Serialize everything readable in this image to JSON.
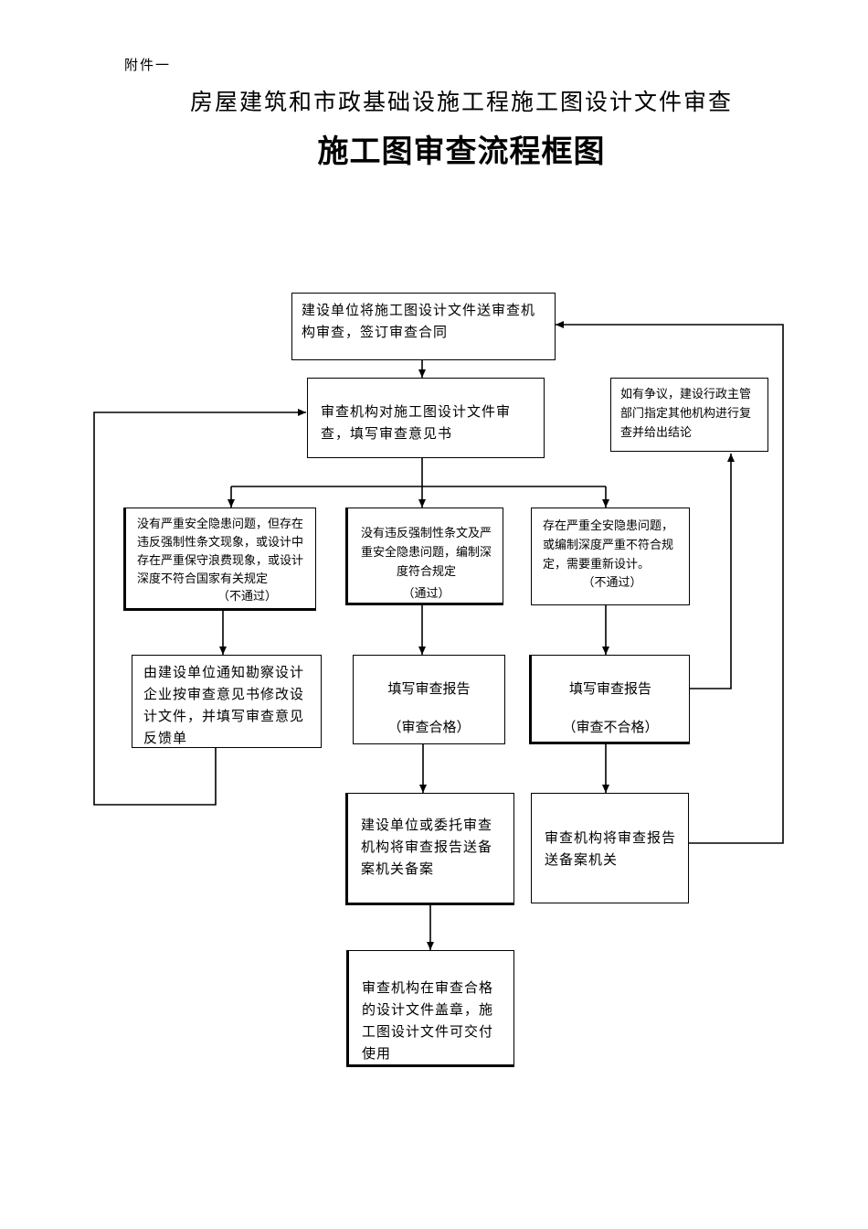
{
  "header": {
    "annex": "附件一",
    "subtitle": "房屋建筑和市政基础设施工程施工图设计文件审查",
    "title": "施工图审查流程框图"
  },
  "boxes": {
    "submit": "建设单位将施工图设计文件送审查机构审查，签订审查合同",
    "review": "审查机构对施工图设计文件审查，填写审查意见书",
    "dispute": "如有争议，建设行政主管部门指定其他机构进行复查并给出结论",
    "left_case": "没有严重安全隐患问题，但存在违反强制性条文现象，或设计中存在严重保守浪费现象，或设计深度不符合国家有关规定",
    "left_case_status": "（不通过）",
    "mid_case": "没有违反强制性条文及严重安全隐患问题，编制深度符合规定",
    "mid_case_status": "（通过）",
    "right_case": "存在严重全安隐患问题，或编制深度严重不符合规定，需要重新设计。",
    "right_case_status": "（不通过）",
    "notify": "由建设单位通知勘察设计企业按审查意见书修改设计文件，并填写审查意见反馈单",
    "report_pass_label": "填写审查报告",
    "report_pass_status": "（审查合格）",
    "report_fail_label": "填写审查报告",
    "report_fail_status": "（审查不合格）",
    "file_pass": "建设单位或委托审查机构将审查报告送备案机关备案",
    "file_fail": "审查机构将审查报告送备案机关",
    "final": "审查机构在审查合格的设计文件盖章，施工图设计文件可交付使用"
  }
}
